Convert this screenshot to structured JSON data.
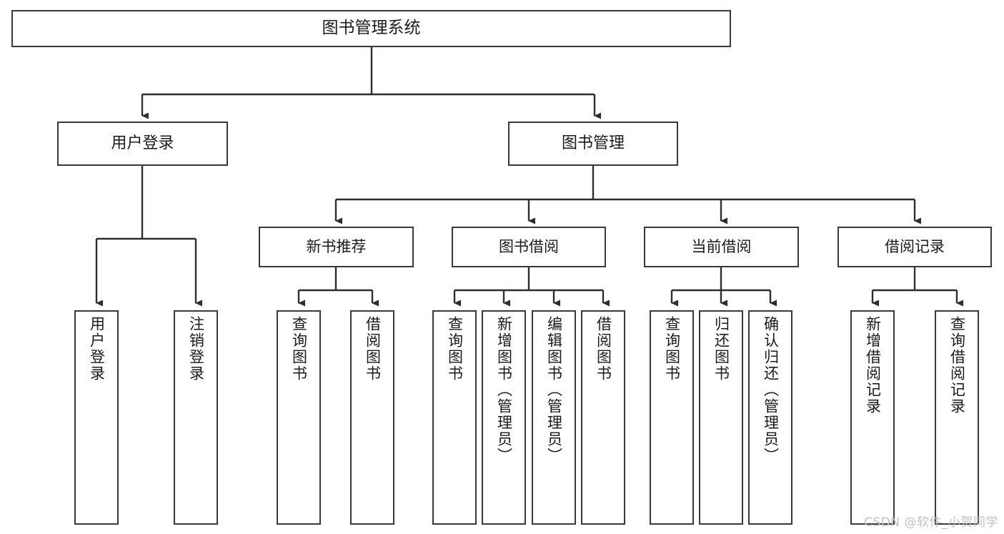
{
  "diagram": {
    "type": "tree-hierarchy",
    "title": "图书管理系统",
    "levels": 4,
    "root": {
      "label": "图书管理系统"
    },
    "level2": [
      {
        "label": "用户登录"
      },
      {
        "label": "图书管理"
      }
    ],
    "level3": [
      {
        "label": "新书推荐"
      },
      {
        "label": "图书借阅"
      },
      {
        "label": "当前借阅"
      },
      {
        "label": "借阅记录"
      }
    ],
    "leaves": {
      "user_login": [
        {
          "label": "用户登录"
        },
        {
          "label": "注销登录"
        }
      ],
      "new_book": [
        {
          "label": "查询图书"
        },
        {
          "label": "借阅图书"
        }
      ],
      "book_borrow": [
        {
          "label": "查询图书"
        },
        {
          "label": "新增图书（管理员）"
        },
        {
          "label": "编辑图书（管理员）"
        },
        {
          "label": "借阅图书"
        }
      ],
      "current_borrow": [
        {
          "label": "查询图书"
        },
        {
          "label": "归还图书"
        },
        {
          "label": "确认归还（管理员）"
        }
      ],
      "borrow_record": [
        {
          "label": "新增借阅记录"
        },
        {
          "label": "查询借阅记录"
        }
      ]
    }
  },
  "watermark": "CSDN @软件_小贺同学",
  "colors": {
    "stroke": "#3a3a3a",
    "text": "#1b1b1b",
    "background": "#ffffff",
    "watermark": "#c2c2c2"
  }
}
